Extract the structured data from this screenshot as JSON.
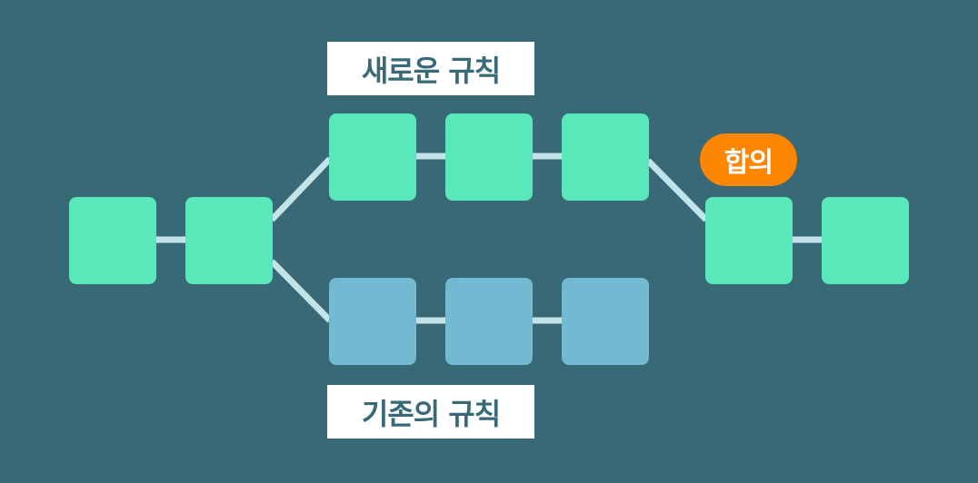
{
  "colors": {
    "background": "#386977",
    "new_block": "#5ae8bb",
    "old_block": "#73b9d1",
    "connector": "#c2e4e9",
    "consensus": "#ff8600",
    "label_bg": "#ffffff",
    "label_text": "#386977"
  },
  "labels": {
    "new_rule": "새로운 규칙",
    "old_rule": "기존의 규칙",
    "consensus": "합의"
  }
}
